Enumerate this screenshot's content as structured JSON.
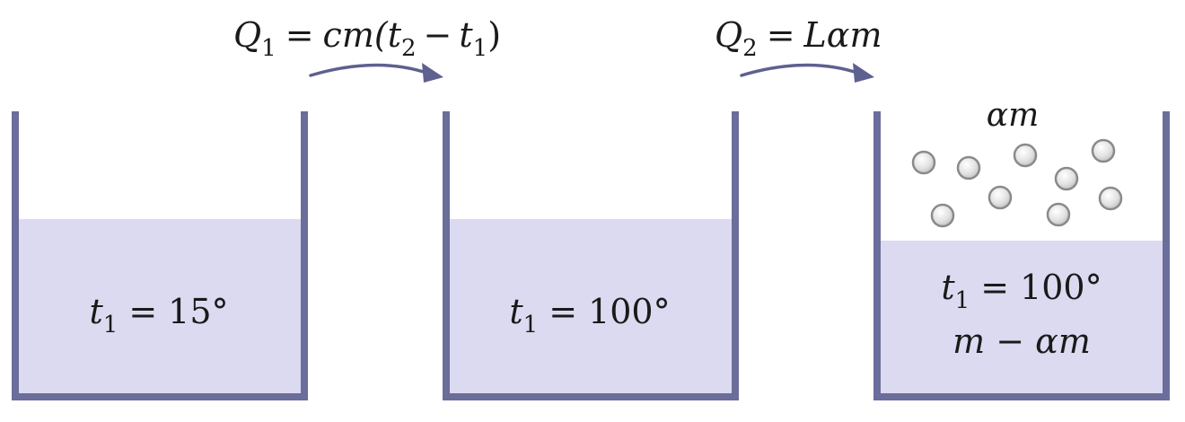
{
  "formulas": {
    "heating": {
      "q": "Q",
      "q_sub": "1",
      "eq": "=",
      "body": "cm(",
      "t2": "t",
      "t2_sub": "2",
      "minus": "−",
      "t1": "t",
      "t1_sub": "1",
      "close": ")"
    },
    "boiling": {
      "q": "Q",
      "q_sub": "2",
      "eq": "=",
      "body": "Lαm"
    }
  },
  "containers": [
    {
      "var": "t",
      "sub": "1",
      "eq": "=",
      "value": "15°",
      "fill_fraction": 0.62
    },
    {
      "var": "t",
      "sub": "1",
      "eq": "=",
      "value": "100°",
      "fill_fraction": 0.62
    },
    {
      "var": "t",
      "sub": "1",
      "eq": "=",
      "value": "100°",
      "mass_label": "m − αm",
      "vapor_label": "αm",
      "fill_fraction": 0.54,
      "bubble_count": 9
    }
  ],
  "colors": {
    "wall": "#6b6d9a",
    "liquid": "#dcdaf1",
    "arrow": "#5e6090",
    "bubble_fill": "#d9d9d9",
    "bubble_stroke": "#8a8a8a"
  }
}
